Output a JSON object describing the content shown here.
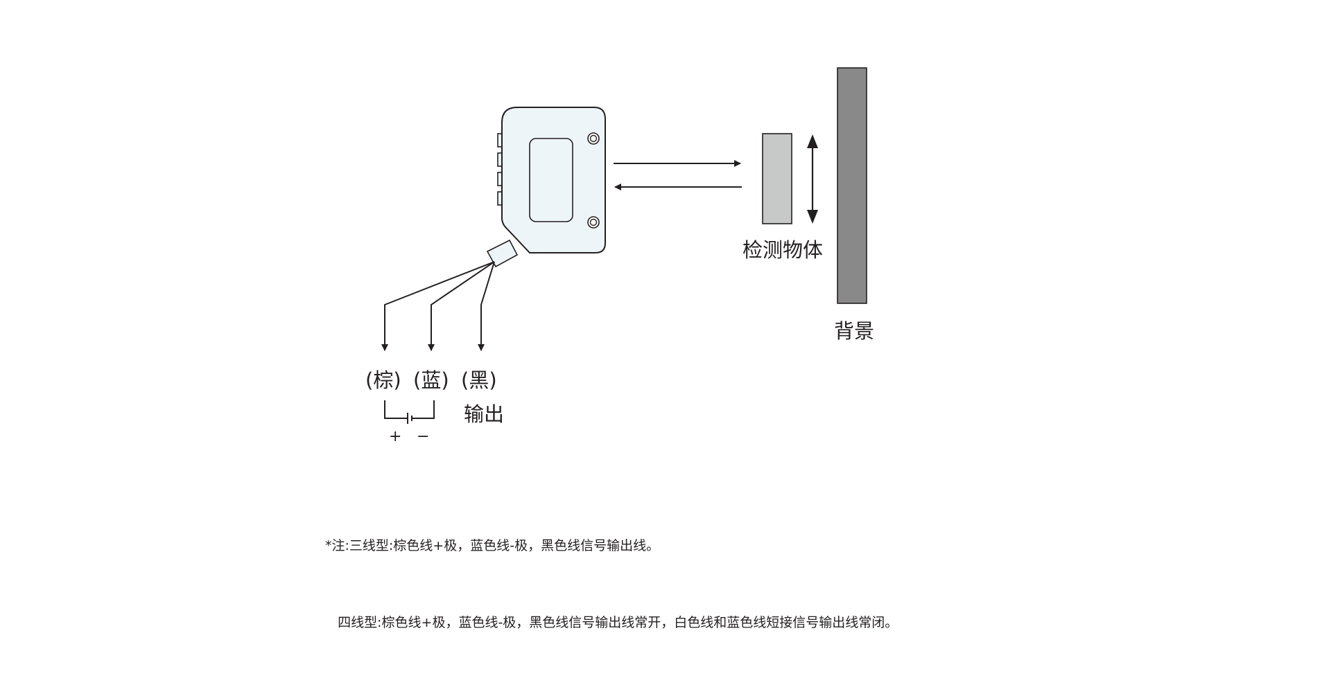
{
  "labels": {
    "detected_object": "检测物体",
    "background": "背景",
    "brown": "(棕)",
    "blue": "(蓝)",
    "black": "(黑)",
    "output": "输出",
    "plus": "+",
    "minus": "−"
  },
  "note": {
    "line1": "*注:三线型:棕色线+极，蓝色线-极，黑色线信号输出线。",
    "line2": "   四线型:棕色线+极，蓝色线-极，黑色线信号输出线常开，白色线和蓝色线短接信号输出线常闭。"
  },
  "colors": {
    "sensor_body": "#eef5f8",
    "stroke": "#231f20",
    "object_fill": "#c7c8c8",
    "background_fill": "#898989"
  }
}
